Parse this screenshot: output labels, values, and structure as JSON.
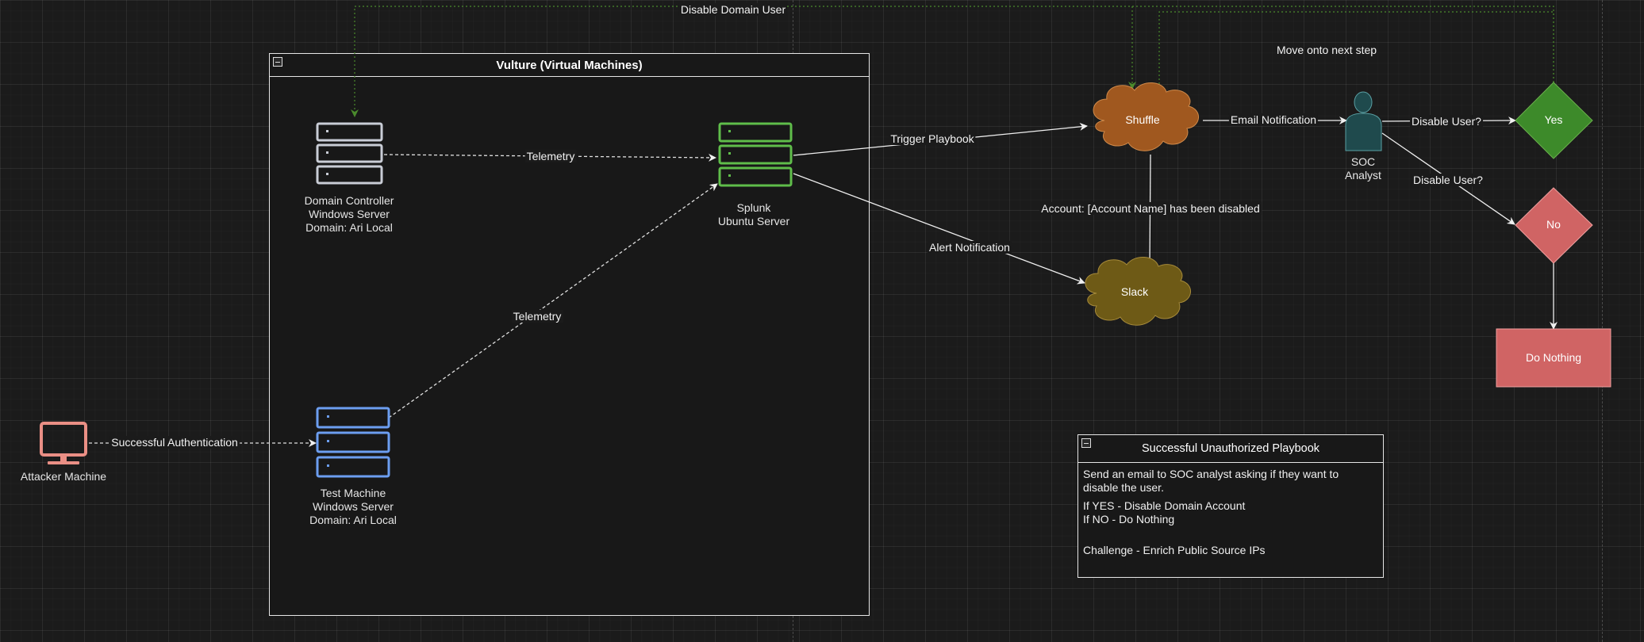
{
  "containers": {
    "vulture": {
      "title": "Vulture (Virtual Machines)"
    },
    "playbook": {
      "title": "Successful Unauthorized Playbook",
      "line1": "Send an email to SOC analyst asking if they want to\ndisable the user.",
      "line2": "If YES - Disable Domain Account\nIf NO - Do Nothing",
      "line3": "Challenge - Enrich Public Source IPs"
    }
  },
  "nodes": {
    "domain_controller": "Domain Controller\nWindows Server\nDomain: Ari Local",
    "splunk": "Splunk\nUbuntu Server",
    "test_machine": "Test Machine\nWindows Server\nDomain: Ari Local",
    "attacker": "Attacker Machine",
    "shuffle": "Shuffle",
    "slack": "Slack",
    "soc_analyst": "SOC\nAnalyst",
    "yes": "Yes",
    "no": "No",
    "do_nothing": "Do Nothing"
  },
  "edges": {
    "telemetry_dc": "Telemetry",
    "telemetry_test": "Telemetry",
    "successful_auth": "Successful Authentication",
    "trigger_playbook": "Trigger Playbook",
    "alert_notification": "Alert Notification",
    "account_disabled": "Account: [Account Name] has been disabled",
    "email_notification": "Email Notification",
    "disable_user_1": "Disable User?",
    "disable_user_2": "Disable User?",
    "disable_domain_user": "Disable Domain User",
    "move_next_step": "Move onto next step"
  },
  "colors": {
    "server_gray": "#c9cdd6",
    "server_green": "#5fbd4a",
    "server_blue": "#6c9ef0",
    "attacker_red": "#ea8f85",
    "shuffle_orange": "#a0581f",
    "slack_olive": "#6e5a16",
    "analyst_teal": "#1f4a4d",
    "yes_green": "#3d8a2a",
    "no_red": "#d06464"
  }
}
